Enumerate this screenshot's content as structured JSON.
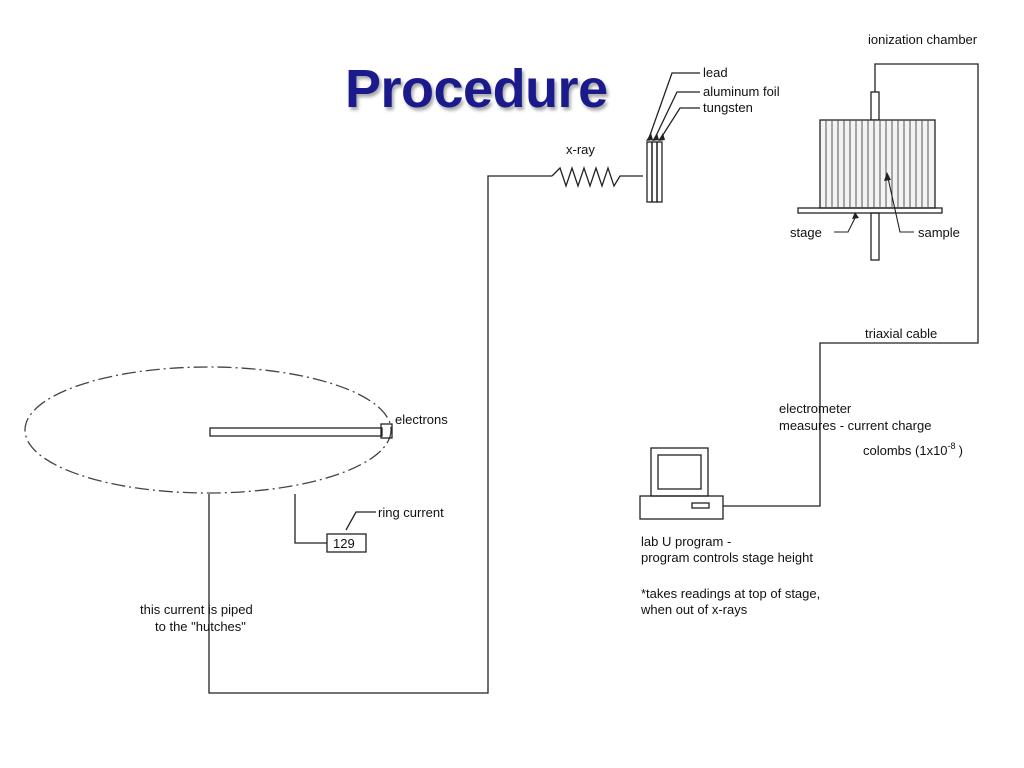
{
  "slide": {
    "title": "Procedure",
    "title_color": "#1a1a8c"
  },
  "diagram": {
    "xray_label": "x-ray",
    "filters": {
      "lead": "lead",
      "aluminum_foil": "aluminum foil",
      "tungsten": "tungsten"
    },
    "ionization_chamber": "ionization chamber",
    "stage": "stage",
    "sample": "sample",
    "triaxial_cable": "triaxial cable",
    "electrometer_line1": "electrometer",
    "electrometer_line2": "measures - current charge",
    "colombs_prefix": "colombs (1x10",
    "colombs_exponent": "-8",
    "colombs_suffix": ")",
    "electrons": "electrons",
    "ring_current": "ring current",
    "ring_current_value": "129",
    "piped_line1": "this current is piped",
    "piped_line2": "to the \"hutches\"",
    "lab_line1": "lab U program -",
    "lab_line2": "program controls stage height",
    "note_line1": "*takes readings at top of stage,",
    "note_line2": "when out of x-rays"
  }
}
